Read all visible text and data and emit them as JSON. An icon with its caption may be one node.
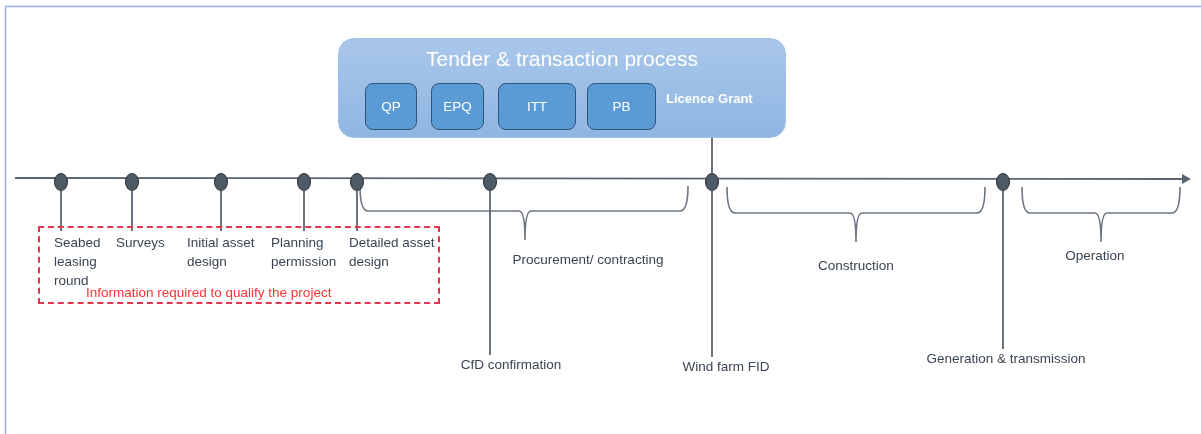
{
  "diagram": {
    "nodes": [
      {
        "text": [
          "Tender & transaction process"
        ]
      },
      {
        "text": [
          "QP"
        ],
        "in": 0
      },
      {
        "text": [
          "EPQ"
        ],
        "in": 0
      },
      {
        "text": [
          "ITT"
        ],
        "in": 0
      },
      {
        "text": [
          "PB"
        ],
        "in": 0
      },
      {
        "text": [
          "Licence Grant"
        ],
        "in": 0
      },
      {
        "text": [],
        "shape": "circle"
      },
      {
        "text": [],
        "shape": "circle"
      },
      {
        "text": [],
        "shape": "circle"
      },
      {
        "text": [],
        "shape": "circle"
      },
      {
        "text": [],
        "shape": "circle"
      },
      {
        "text": [],
        "shape": "circle"
      },
      {
        "text": [],
        "shape": "circle"
      },
      {
        "text": [],
        "shape": "circle"
      },
      {
        "text": [
          "Information required to qualify the project"
        ]
      },
      {
        "text": [
          "Seabed leasing round"
        ],
        "in": 14
      },
      {
        "text": [
          "Surveys"
        ],
        "in": 14
      },
      {
        "text": [
          "Initial asset design"
        ],
        "in": 14
      },
      {
        "text": [
          "Planning permission"
        ],
        "in": 14
      },
      {
        "text": [
          "Detailed asset design"
        ],
        "in": 14
      },
      {
        "text": [
          "CfD confirmation"
        ]
      },
      {
        "text": [
          "Wind farm FID"
        ]
      },
      {
        "text": [
          "Generation & transmission"
        ]
      }
    ],
    "edges": [
      {
        "from": 6,
        "to": 15,
        "arrow": "none"
      },
      {
        "from": 7,
        "to": 16,
        "arrow": "none"
      },
      {
        "from": 8,
        "to": 17,
        "arrow": "none"
      },
      {
        "from": 9,
        "to": 18,
        "arrow": "none"
      },
      {
        "from": 10,
        "to": 19,
        "arrow": "none"
      },
      {
        "from": 11,
        "to": 20,
        "arrow": "none"
      },
      {
        "from": 5,
        "to": 12,
        "arrow": "none"
      },
      {
        "from": 12,
        "to": 21,
        "arrow": "none"
      },
      {
        "from": 13,
        "to": 22,
        "arrow": "none"
      }
    ],
    "labels": [
      "Procurement/ contracting",
      "Construction",
      "Operation"
    ]
  }
}
